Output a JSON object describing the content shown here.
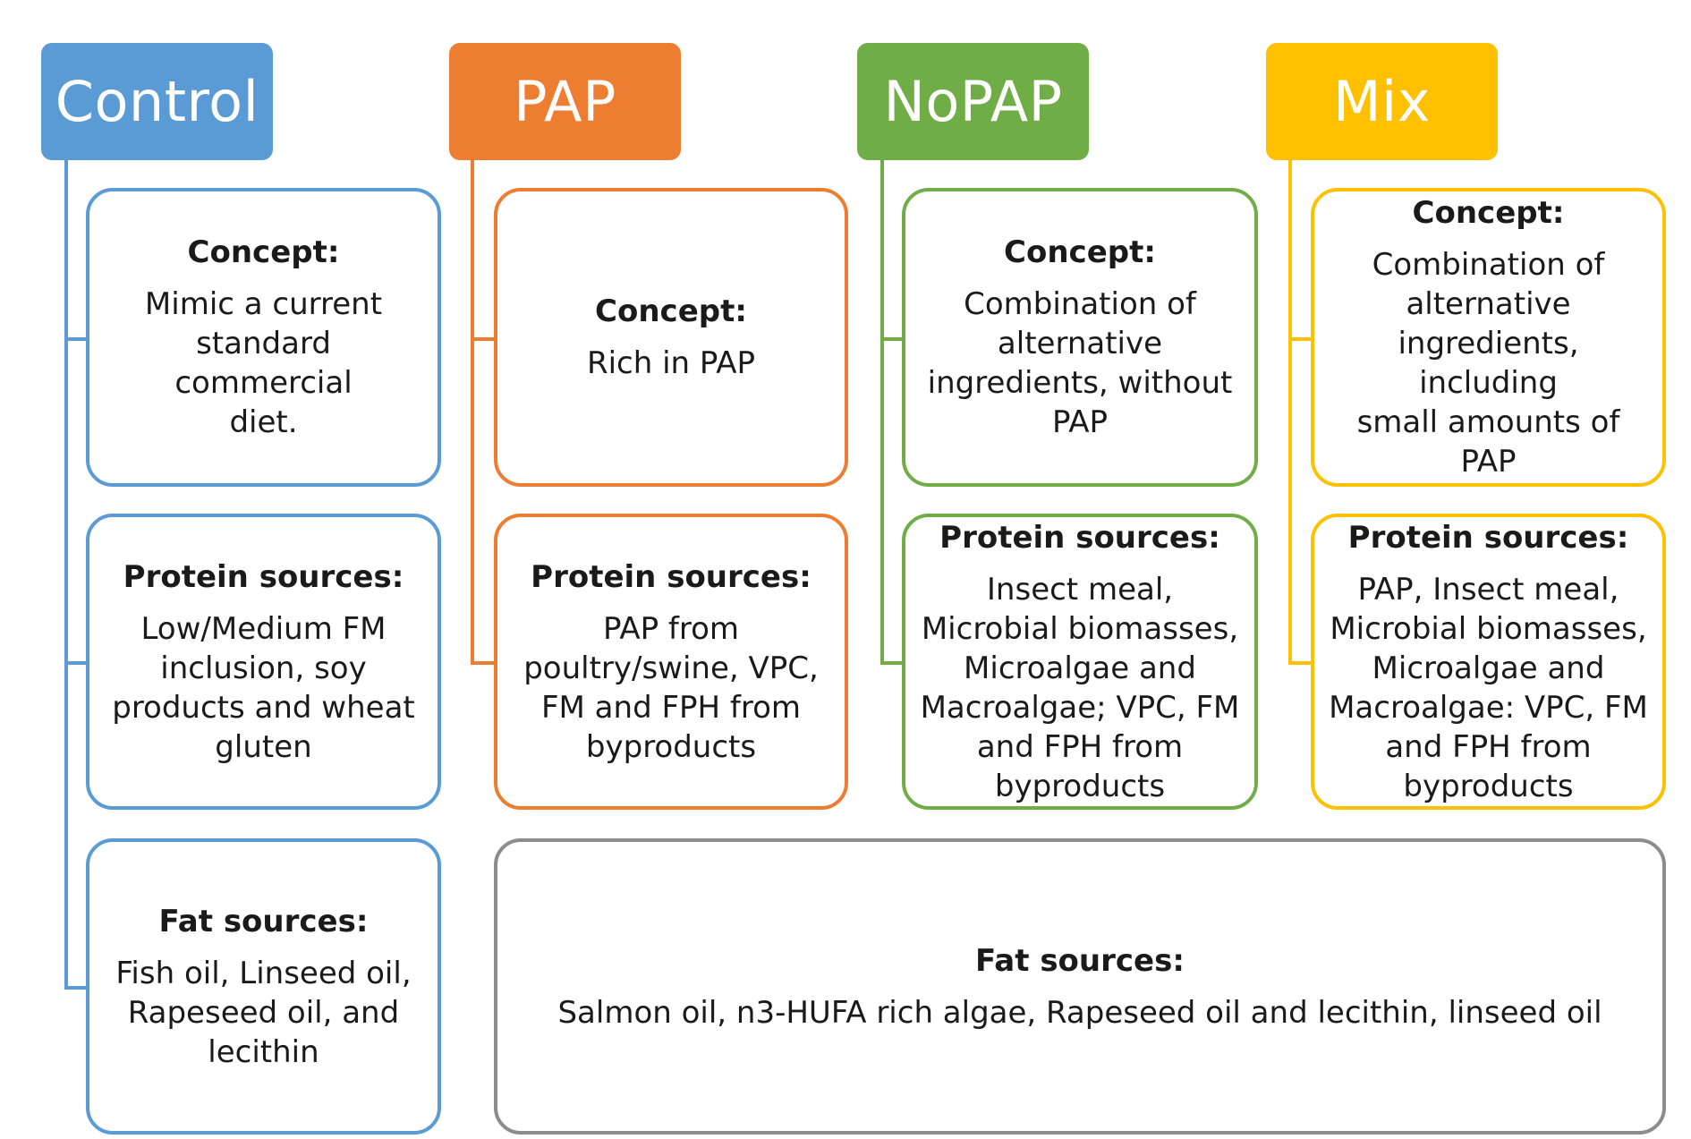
{
  "colors": {
    "control": "#5b9bd5",
    "pap": "#ed7d31",
    "nopap": "#70ad47",
    "mix": "#ffc000",
    "shared": "#8c8c8c"
  },
  "groups": [
    {
      "key": "control",
      "label": "Control",
      "concept_title": "Concept:",
      "concept_text": "Mimic a current\nstandard commercial\ndiet.",
      "protein_title": "Protein sources:",
      "protein_text": "Low/Medium FM\ninclusion, soy\nproducts and wheat\ngluten",
      "fat_title": "Fat sources:",
      "fat_text": "Fish oil, Linseed oil,\nRapeseed oil, and\nlecithin"
    },
    {
      "key": "pap",
      "label": "PAP",
      "concept_title": "Concept:",
      "concept_text": "Rich in PAP",
      "protein_title": "Protein sources:",
      "protein_text": "PAP from\npoultry/swine, VPC,\nFM and FPH from\nbyproducts"
    },
    {
      "key": "nopap",
      "label": "NoPAP",
      "concept_title": "Concept:",
      "concept_text": "Combination of\nalternative\ningredients, without\nPAP",
      "protein_title": "Protein sources:",
      "protein_text": "Insect meal,\nMicrobial biomasses,\nMicroalgae and\nMacroalgae; VPC, FM\nand FPH from\nbyproducts"
    },
    {
      "key": "mix",
      "label": "Mix",
      "concept_title": "Concept:",
      "concept_text": "Combination of\nalternative\ningredients, including\nsmall amounts of PAP",
      "protein_title": "Protein sources:",
      "protein_text": "PAP, Insect meal,\nMicrobial biomasses,\nMicroalgae and\nMacroalgae: VPC, FM\nand FPH from\nbyproducts"
    }
  ],
  "shared_fat": {
    "title": "Fat sources:",
    "text": "Salmon oil, n3-HUFA rich algae, Rapeseed oil and lecithin, linseed oil"
  }
}
